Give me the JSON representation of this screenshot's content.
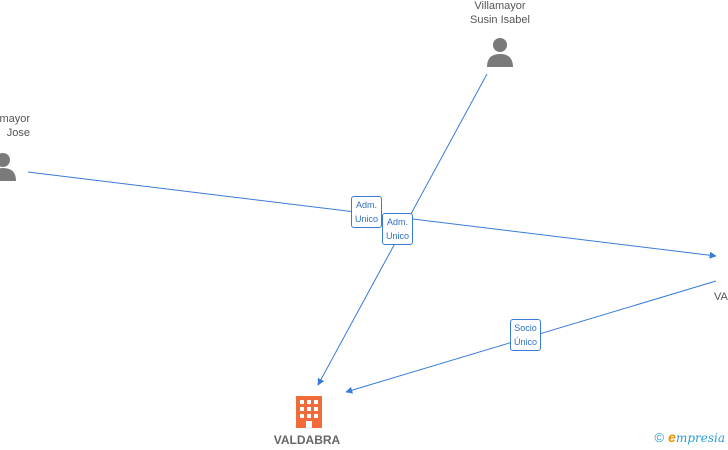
{
  "colors": {
    "edge": "#3a7bd5",
    "person": "#7a7a7a",
    "company": "#f26b3a",
    "brand": "#2b9bd6"
  },
  "nodes": {
    "person_top": {
      "line1": "Villamayor",
      "line2": "Susin Isabel",
      "icon": "person-icon"
    },
    "person_left": {
      "line1": "mayor",
      "line2": "Jose",
      "icon": "person-icon"
    },
    "company_right": {
      "label": "VA",
      "icon": "building-icon"
    },
    "company_main": {
      "label": "VALDABRA",
      "icon": "building-icon"
    }
  },
  "edges": {
    "adm1": {
      "line1": "Adm.",
      "line2": "Unico"
    },
    "adm2": {
      "line1": "Adm.",
      "line2": "Unico"
    },
    "socio": {
      "line1": "Socio",
      "line2": "Único"
    }
  },
  "brand": {
    "copyright": "©",
    "e": "e",
    "rest": "mpresia"
  }
}
